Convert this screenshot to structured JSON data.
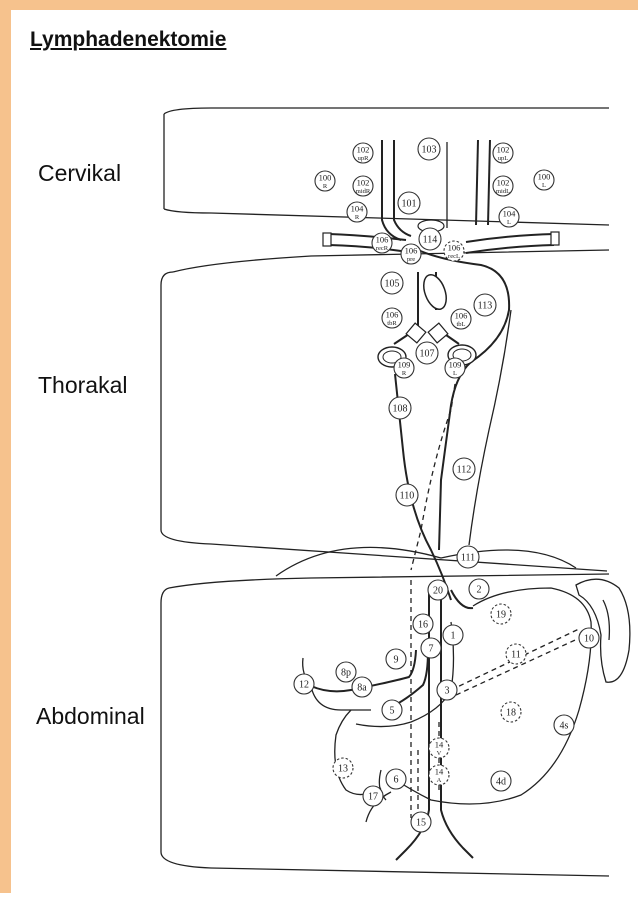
{
  "title": "Lymphadenektomie",
  "regions": {
    "cervical": "Cervikal",
    "thoracic": "Thorakal",
    "abdominal": "Abdominal"
  },
  "nodes": [
    {
      "id": "n102-upleft",
      "label": "102",
      "sub": "upR"
    },
    {
      "id": "n103",
      "label": "103"
    },
    {
      "id": "n102-upright",
      "label": "102",
      "sub": "upL"
    },
    {
      "id": "n100-r",
      "label": "100",
      "sub": "R"
    },
    {
      "id": "n102-midleft",
      "label": "102",
      "sub": "midR"
    },
    {
      "id": "n102-midright",
      "label": "102",
      "sub": "midL"
    },
    {
      "id": "n100-l",
      "label": "100",
      "sub": "L"
    },
    {
      "id": "n104-r",
      "label": "104",
      "sub": "R"
    },
    {
      "id": "n101",
      "label": "101"
    },
    {
      "id": "n104-l",
      "label": "104",
      "sub": "L"
    },
    {
      "id": "n106-recr",
      "label": "106",
      "sub": "recR"
    },
    {
      "id": "n114",
      "label": "114"
    },
    {
      "id": "n106-recl",
      "label": "106",
      "sub": "recL"
    },
    {
      "id": "n106-pre",
      "label": "106",
      "sub": "pre"
    },
    {
      "id": "n105",
      "label": "105"
    },
    {
      "id": "n113",
      "label": "113"
    },
    {
      "id": "n106-tbr",
      "label": "106",
      "sub": "tbR"
    },
    {
      "id": "n106-tbl",
      "label": "106",
      "sub": "tbL"
    },
    {
      "id": "n107",
      "label": "107"
    },
    {
      "id": "n109-r",
      "label": "109",
      "sub": "R"
    },
    {
      "id": "n109-l",
      "label": "109",
      "sub": "L"
    },
    {
      "id": "n108",
      "label": "108"
    },
    {
      "id": "n112",
      "label": "112"
    },
    {
      "id": "n110",
      "label": "110"
    },
    {
      "id": "n111",
      "label": "111"
    },
    {
      "id": "n20",
      "label": "20"
    },
    {
      "id": "n2",
      "label": "2"
    },
    {
      "id": "n19",
      "label": "19"
    },
    {
      "id": "n16",
      "label": "16"
    },
    {
      "id": "n1",
      "label": "1"
    },
    {
      "id": "n7",
      "label": "7"
    },
    {
      "id": "n10",
      "label": "10"
    },
    {
      "id": "n11",
      "label": "11"
    },
    {
      "id": "n9",
      "label": "9"
    },
    {
      "id": "n8p",
      "label": "8p"
    },
    {
      "id": "n12",
      "label": "12"
    },
    {
      "id": "n8a",
      "label": "8a"
    },
    {
      "id": "n3",
      "label": "3"
    },
    {
      "id": "n5",
      "label": "5"
    },
    {
      "id": "n18",
      "label": "18"
    },
    {
      "id": "n4s",
      "label": "4s"
    },
    {
      "id": "n14v",
      "label": "14",
      "sub": "V"
    },
    {
      "id": "n13",
      "label": "13"
    },
    {
      "id": "n6",
      "label": "6"
    },
    {
      "id": "n14a",
      "label": "14",
      "sub": "A"
    },
    {
      "id": "n4d",
      "label": "4d"
    },
    {
      "id": "n17",
      "label": "17"
    },
    {
      "id": "n15",
      "label": "15"
    }
  ]
}
